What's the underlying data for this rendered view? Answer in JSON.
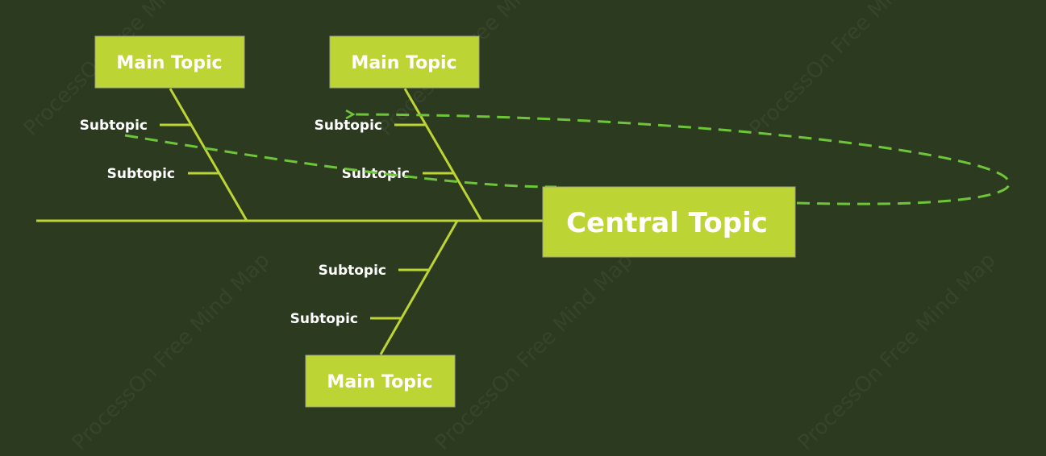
{
  "diagram": {
    "central_topic": "Central Topic",
    "watermark": "ProcessOn Free Mind Map",
    "branches": [
      {
        "main_topic": "Main Topic",
        "subtopics": [
          "Subtopic",
          "Subtopic"
        ]
      },
      {
        "main_topic": "Main Topic",
        "subtopics": [
          "Subtopic",
          "Subtopic"
        ]
      },
      {
        "main_topic": "Main Topic",
        "subtopics": [
          "Subtopic",
          "Subtopic"
        ]
      }
    ]
  },
  "colors": {
    "background": "#2c3a1f",
    "node_fill": "#bdd534",
    "line": "#bdd534",
    "loop": "#6ec53a",
    "text": "#ffffff"
  }
}
